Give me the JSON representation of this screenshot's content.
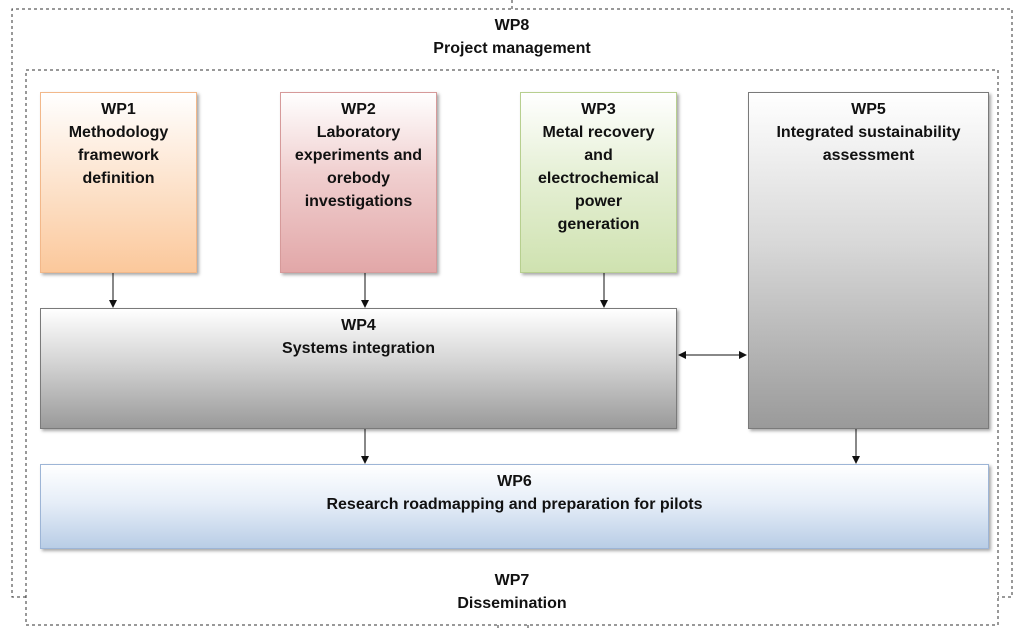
{
  "wp8": {
    "id": "WP8",
    "title": "Project management"
  },
  "wp7": {
    "id": "WP7",
    "title": "Dissemination"
  },
  "wp1": {
    "id": "WP1",
    "lines": [
      "Methodology",
      "framework",
      "definition"
    ]
  },
  "wp2": {
    "id": "WP2",
    "lines": [
      "Laboratory",
      "experiments and",
      "orebody",
      "investigations"
    ]
  },
  "wp3": {
    "id": "WP3",
    "lines": [
      "Metal recovery",
      "and",
      "electrochemical",
      "power",
      "generation"
    ]
  },
  "wp4": {
    "id": "WP4",
    "lines": [
      "Systems integration"
    ]
  },
  "wp5": {
    "id": "WP5",
    "lines": [
      "Integrated sustainability",
      "assessment"
    ]
  },
  "wp6": {
    "id": "WP6",
    "lines": [
      "Research roadmapping and preparation for pilots"
    ]
  },
  "colors": {
    "wp1_fill": "#fbc89b",
    "wp2_fill": "#e2a7a8",
    "wp3_fill": "#cfe2b0",
    "wp4_fill": "#9a9a9a",
    "wp5_fill": "#9a9a9a",
    "wp6_fill": "#b9cde6",
    "frame_line": "#333333"
  }
}
